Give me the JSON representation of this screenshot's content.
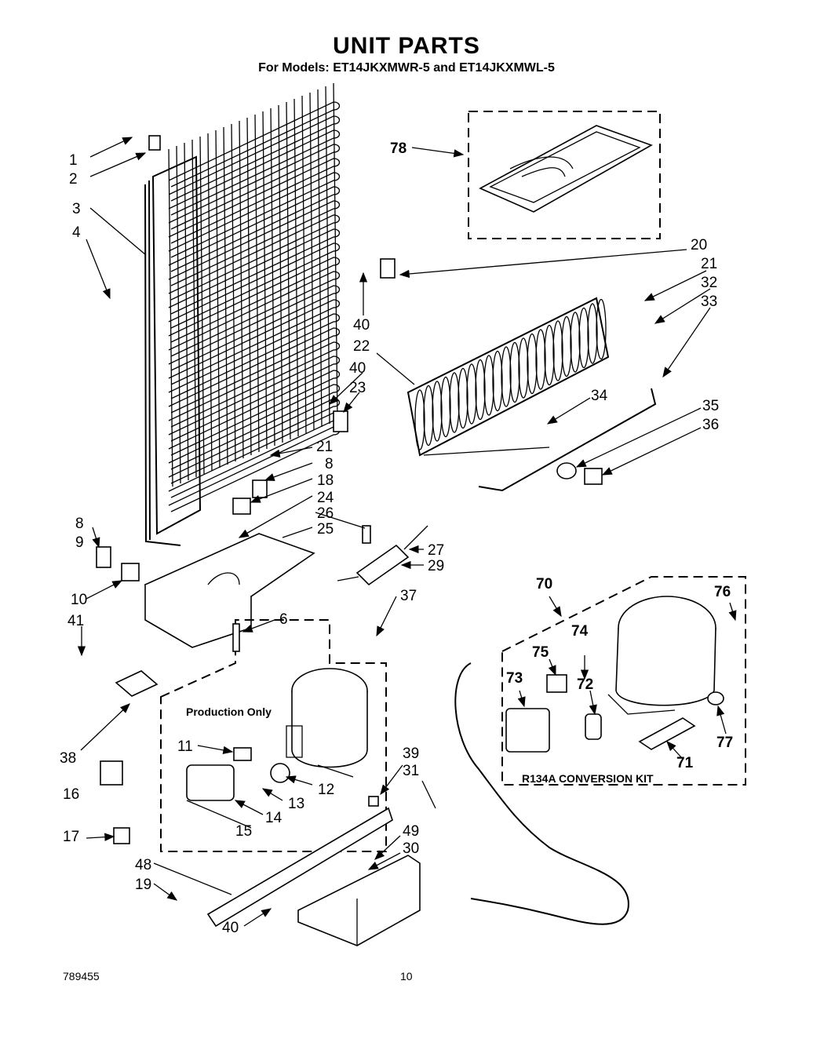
{
  "title": "UNIT PARTS",
  "subtitle": "For Models: ET14JKXMWR-5 and ET14JKXMWL-5",
  "production_only": "Production Only",
  "conversion_kit": "R134A  CONVERSION  KIT",
  "doc_number": "789455",
  "page_number": "10",
  "callouts": [
    "1",
    "2",
    "3",
    "4",
    "8",
    "9",
    "10",
    "41",
    "6",
    "38",
    "16",
    "17",
    "48",
    "19",
    "40",
    "21",
    "8",
    "18",
    "24",
    "26",
    "25",
    "27",
    "29",
    "37",
    "11",
    "12",
    "13",
    "14",
    "15",
    "39",
    "31",
    "49",
    "30",
    "78",
    "20",
    "21",
    "32",
    "33",
    "40",
    "22",
    "40",
    "23",
    "34",
    "35",
    "36",
    "70",
    "76",
    "74",
    "75",
    "72",
    "73",
    "71",
    "77"
  ]
}
